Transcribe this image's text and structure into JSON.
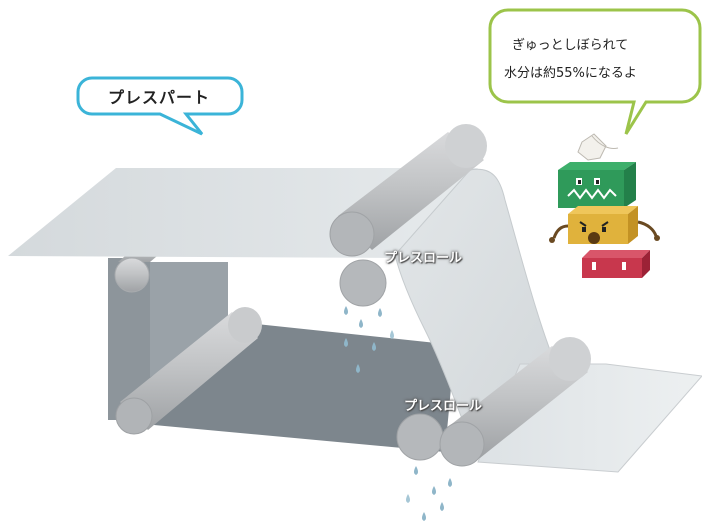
{
  "press_part_label": "プレスパート",
  "speech": {
    "line1": "ぎゅっとしぼられて",
    "line2": "水分は約55%になるよ"
  },
  "roll_labels": {
    "upper": "プレスロール",
    "lower": "プレスロール"
  },
  "colors": {
    "bubble_blue": "#3bb4d8",
    "bubble_green": "#9cc44a",
    "roll_gray": "#b8babd",
    "felt_light": "#dfe3e6",
    "felt_dark": "#7c858d",
    "water": "#8fb6c9",
    "mascot_green": "#2f9a5a",
    "mascot_yellow": "#e0b23c",
    "mascot_red": "#c8374d"
  }
}
